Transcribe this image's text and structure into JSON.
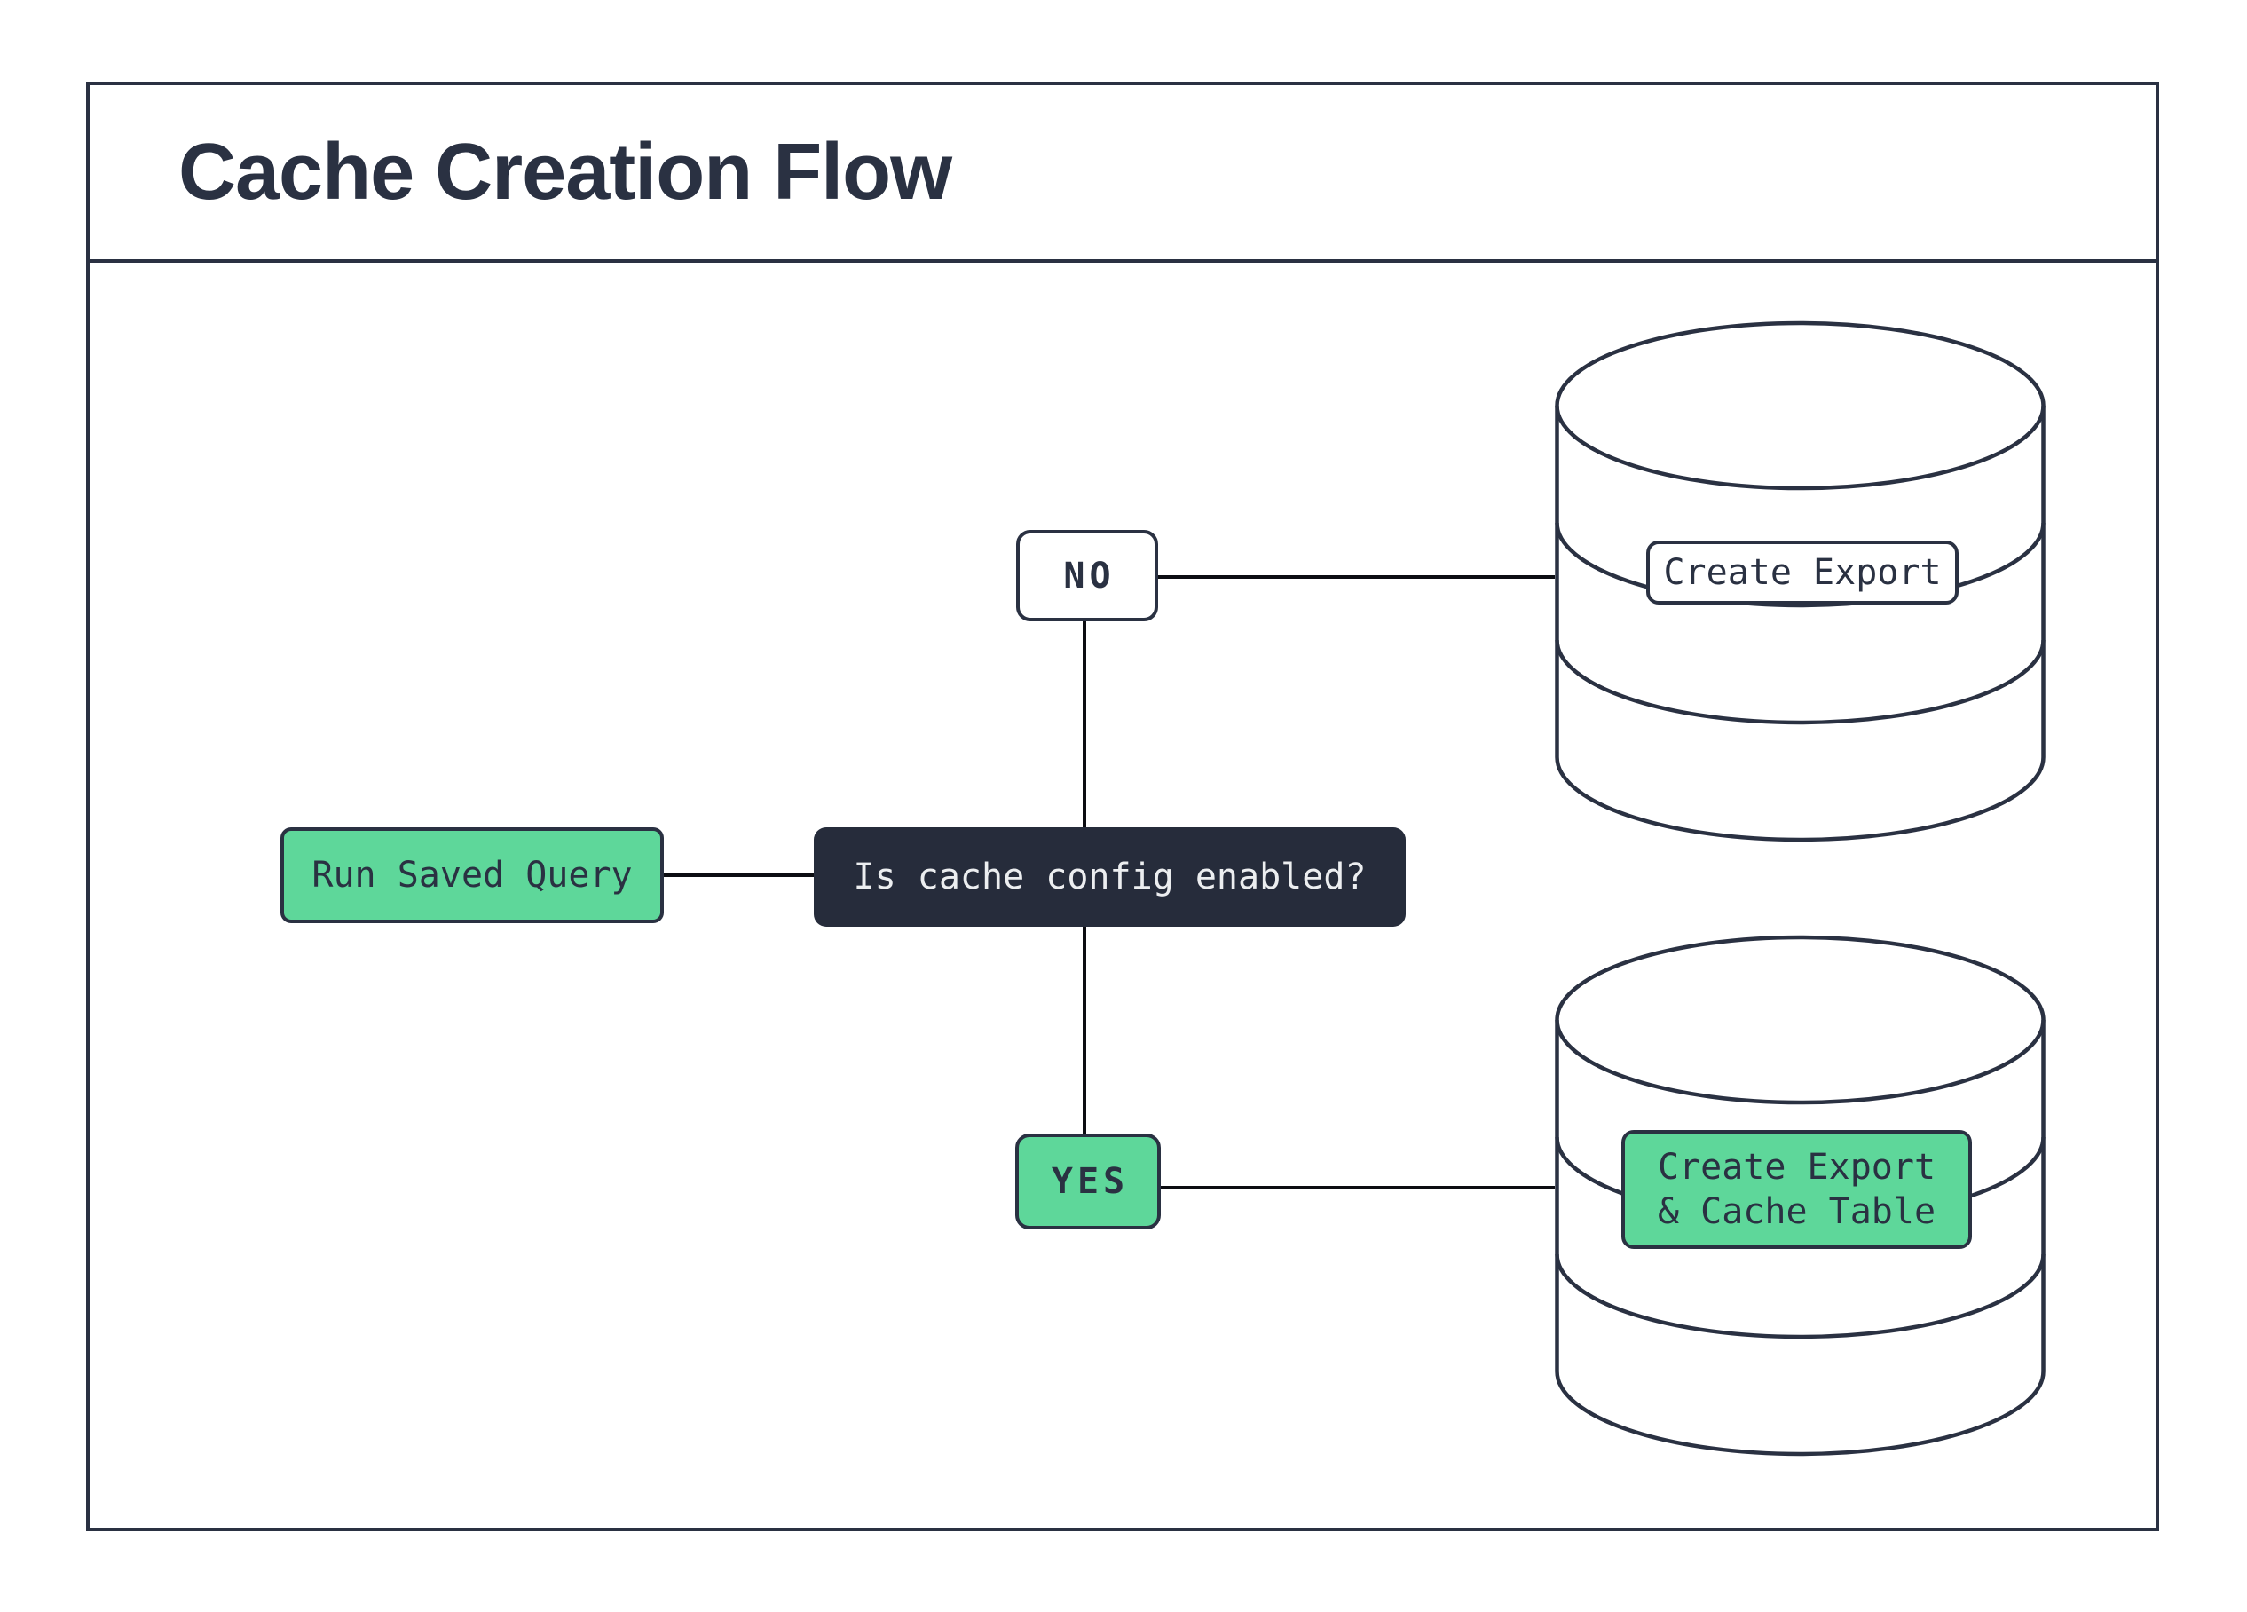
{
  "title": "Cache Creation Flow",
  "colors": {
    "ink": "#2a3142",
    "green": "#5ed79a",
    "dark_fill": "#262c3b",
    "light_text": "#eceef0",
    "connector": "#0c0d12",
    "background": "#ffffff"
  },
  "flow": {
    "start": "Run Saved Query",
    "decision": "Is cache config enabled?",
    "branch_no": "NO",
    "branch_yes": "YES",
    "outcome_no": "Create Export",
    "outcome_yes": "Create Export\n& Cache Table"
  },
  "icons": [
    {
      "name": "database-icon",
      "meaning": "database / storage cylinder"
    }
  ]
}
